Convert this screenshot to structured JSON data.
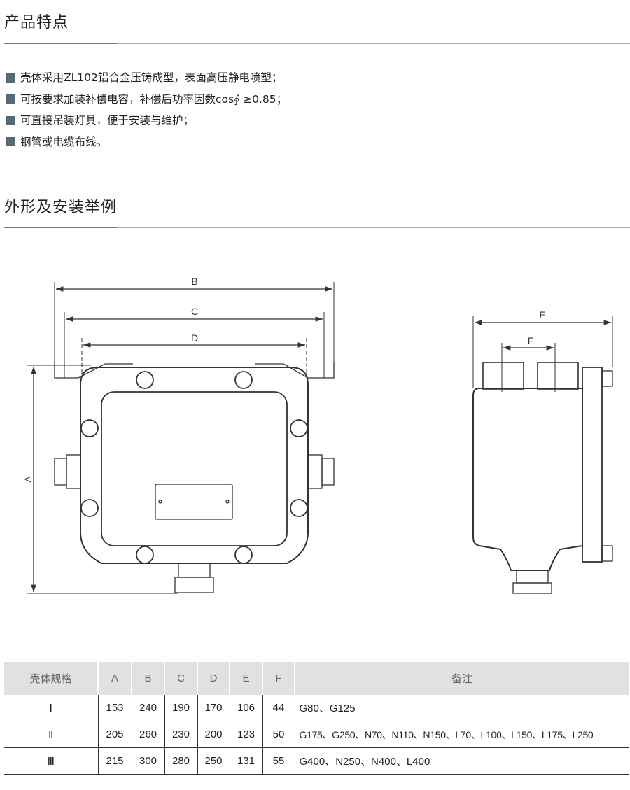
{
  "sections": {
    "features_title": "产品特点",
    "features": [
      "壳体采用ZL102铝合金压铸成型，表面高压静电喷塑；",
      "可按要求加装补偿电容，补偿后功率因数cos∮ ≥0.85；",
      "可直接吊装灯具，便于安装与维护；",
      "钢管或电缆布线。"
    ],
    "outline_title": "外形及安装举例"
  },
  "drawing": {
    "labels": {
      "A": "A",
      "B": "B",
      "C": "C",
      "D": "D",
      "E": "E",
      "F": "F"
    }
  },
  "table": {
    "headers": [
      "壳体规格",
      "A",
      "B",
      "C",
      "D",
      "E",
      "F",
      "备注"
    ],
    "rows": [
      [
        "Ⅰ",
        "153",
        "240",
        "190",
        "170",
        "106",
        "44",
        "G80、G125"
      ],
      [
        "Ⅱ",
        "205",
        "260",
        "230",
        "200",
        "123",
        "50",
        "G175、G250、N70、N110、N150、L70、L100、L150、L175、L250"
      ],
      [
        "Ⅲ",
        "215",
        "300",
        "280",
        "250",
        "131",
        "55",
        "G400、N250、N400、L400"
      ]
    ]
  },
  "colors": {
    "accent": "#1aa3a8",
    "bullet": "#546a74",
    "header_bg": "#e1e1e1"
  }
}
